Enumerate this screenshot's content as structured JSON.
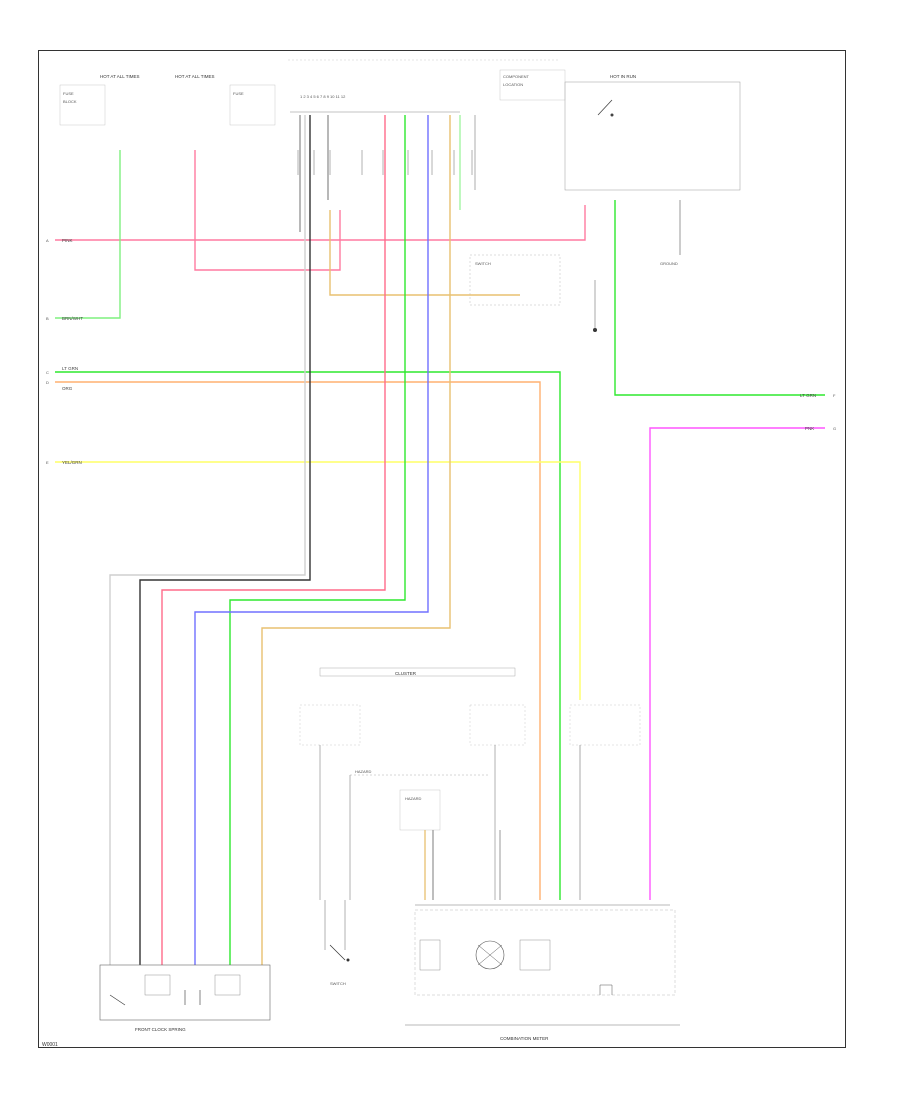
{
  "wire_colors": {
    "pink": "#ff7aa0",
    "red_pink": "#ff6b8a",
    "light_green": "#7ff07f",
    "green": "#2ee82e",
    "orange": "#ffb070",
    "yellow": "#ffff66",
    "black": "#333333",
    "gray": "#9a9a9a",
    "blue": "#7070ff",
    "tan": "#e8c070",
    "magenta": "#ff55ff",
    "white": "#cfcfcf"
  },
  "left_wire_labels": [
    {
      "id": "pink-1",
      "text": "PINK"
    },
    {
      "id": "brown-1",
      "text": "BRN/WHT"
    },
    {
      "id": "lt-grn",
      "text": "LT GRN"
    },
    {
      "id": "org",
      "text": "ORG"
    },
    {
      "id": "yel-grn",
      "text": "YEL/GRN"
    }
  ],
  "right_wire_labels": [
    {
      "id": "lt-grn-r",
      "text": "LT GRN"
    },
    {
      "id": "pnk-r",
      "text": "PNK"
    }
  ],
  "components": {
    "front_clock_spring": "FRONT CLOCK SPRING",
    "combination_meter": "COMBINATION METER",
    "cluster_label": "CLUSTER",
    "hazard_label": "HAZARD",
    "hot_at_all_times_1": "HOT AT ALL TIMES",
    "hot_at_all_times_2": "HOT AT ALL TIMES",
    "hot_in_run_1": "HOT IN RUN"
  },
  "footer_code": "W0001"
}
